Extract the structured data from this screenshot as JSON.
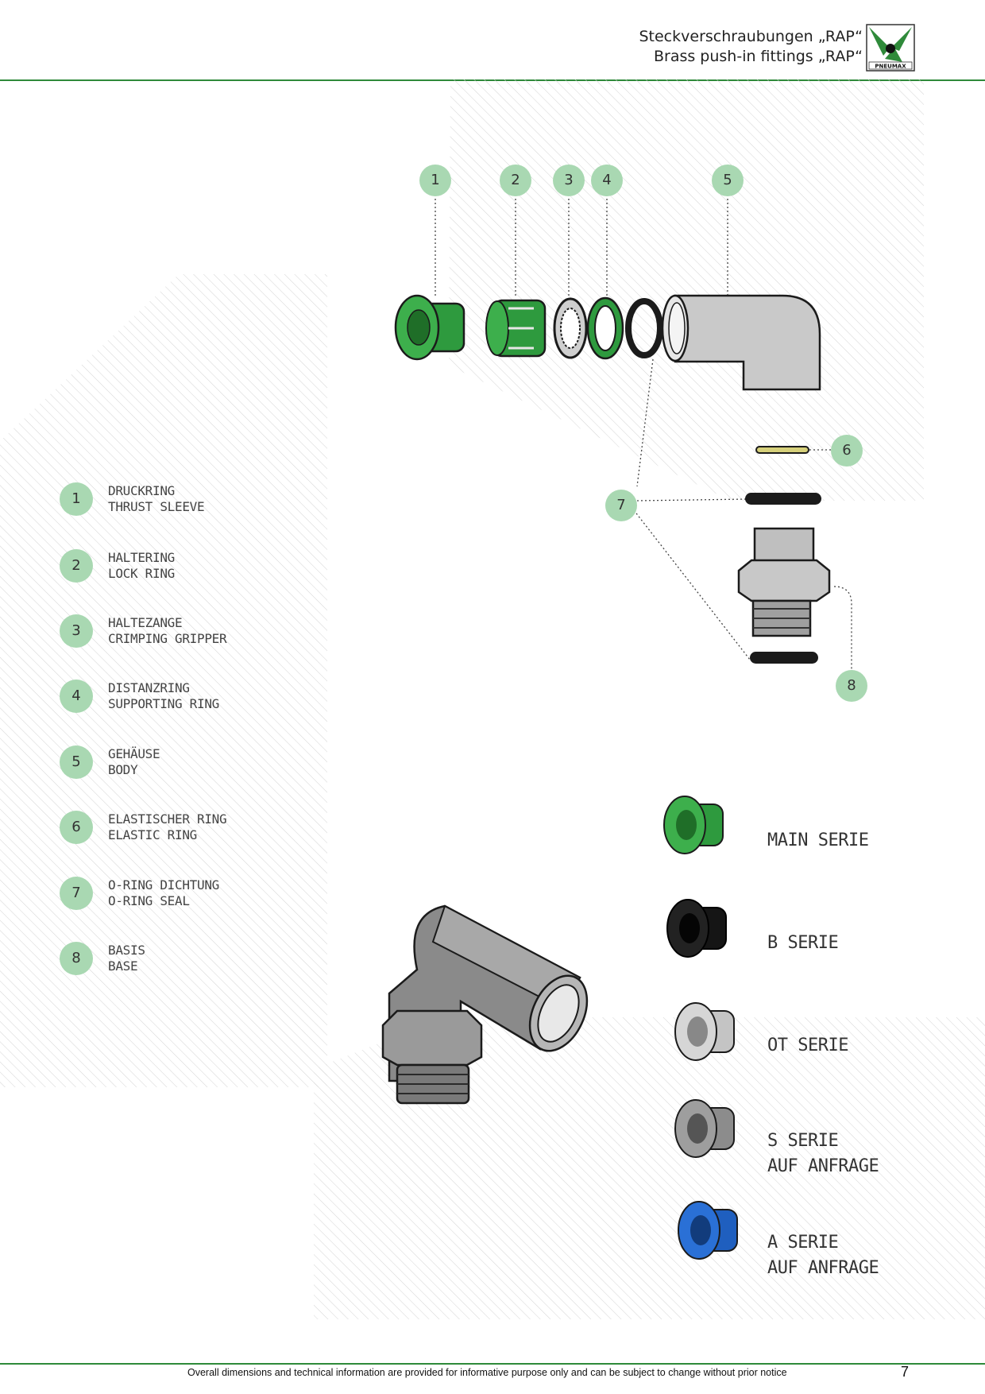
{
  "header": {
    "title_de": "Steckverschraubungen „RAP“",
    "title_en": "Brass push-in fittings „RAP“",
    "logo_text": "PNEUMAX",
    "accent_color": "#2f8a3a"
  },
  "legend": {
    "items": [
      {
        "number": "1",
        "de": "DRUCKRING",
        "en": "THRUST SLEEVE"
      },
      {
        "number": "2",
        "de": "HALTERING",
        "en": "LOCK RING"
      },
      {
        "number": "3",
        "de": "HALTEZANGE",
        "en": "CRIMPING GRIPPER"
      },
      {
        "number": "4",
        "de": "DISTANZRING",
        "en": "SUPPORTING RING"
      },
      {
        "number": "5",
        "de": "GEHÄUSE",
        "en": "BODY"
      },
      {
        "number": "6",
        "de": "ELASTISCHER RING",
        "en": "ELASTIC RING"
      },
      {
        "number": "7",
        "de": "O-RING DICHTUNG",
        "en": "O-RING SEAL"
      },
      {
        "number": "8",
        "de": "BASIS",
        "en": "BASE"
      }
    ],
    "badge_color": "#a9d8b2"
  },
  "callouts": [
    "1",
    "2",
    "3",
    "4",
    "5",
    "6",
    "7",
    "8"
  ],
  "series": [
    {
      "line1": "MAIN SERIE",
      "line2": "",
      "color": "#2e9a3e"
    },
    {
      "line1": "B SERIE",
      "line2": "",
      "color": "#151515"
    },
    {
      "line1": "OT SERIE",
      "line2": "",
      "color": "#b8b8b8"
    },
    {
      "line1": "S SERIE",
      "line2": "AUF ANFRAGE",
      "color": "#8c8c8c"
    },
    {
      "line1": "A SERIE",
      "line2": "AUF ANFRAGE",
      "color": "#1f5fbf"
    }
  ],
  "footer": {
    "note": "Overall dimensions and technical information are provided for informative purpose only and can be subject to change without prior notice",
    "page_number": "7"
  }
}
